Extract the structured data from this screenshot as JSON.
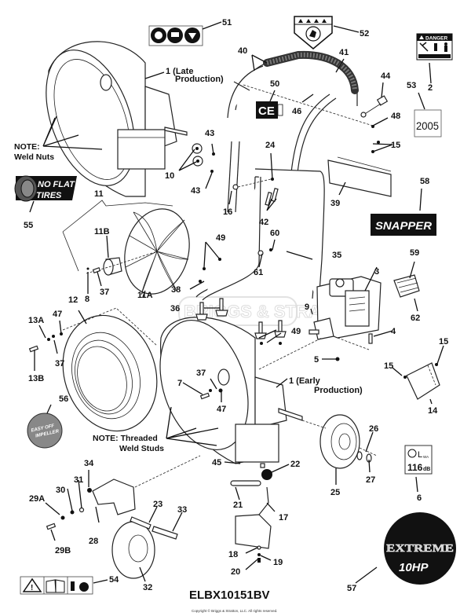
{
  "diagram": {
    "model_code": "ELBX10151BV",
    "copyright": "Copyright © Briggs & Stratton, LLC. All rights reserved.",
    "watermark": "BRIGGS & STRATTON",
    "notes": {
      "weld_nuts": [
        "NOTE:",
        "Weld Nuts"
      ],
      "threaded_weld_studs": [
        "NOTE: Threaded",
        "Weld Studs"
      ]
    },
    "decals": {
      "no_flat_tires": [
        "NO FLAT",
        "TIRES"
      ],
      "snapper": "SNAPPER",
      "year": "2005",
      "ce": "CE",
      "danger": "DANGER",
      "sound_level_symbol": "L",
      "sound_level_sub": "WA",
      "sound_level_value": "116",
      "sound_level_unit": "dB",
      "extreme": "EXTREME",
      "horsepower": "10HP",
      "easy_off_impeller": [
        "EASY OFF",
        "IMPELLER"
      ]
    },
    "callouts": [
      {
        "id": "51",
        "text": "51"
      },
      {
        "id": "52",
        "text": "52"
      },
      {
        "id": "1-late",
        "text": "1 (Late",
        "text2": "Production)"
      },
      {
        "id": "40",
        "text": "40"
      },
      {
        "id": "41",
        "text": "41"
      },
      {
        "id": "2",
        "text": "2"
      },
      {
        "id": "50",
        "text": "50"
      },
      {
        "id": "44",
        "text": "44"
      },
      {
        "id": "53",
        "text": "53"
      },
      {
        "id": "46",
        "text": "46"
      },
      {
        "id": "48",
        "text": "48"
      },
      {
        "id": "43a",
        "text": "43"
      },
      {
        "id": "10",
        "text": "10"
      },
      {
        "id": "43b",
        "text": "43"
      },
      {
        "id": "24",
        "text": "24"
      },
      {
        "id": "15a",
        "text": "15"
      },
      {
        "id": "55",
        "text": "55"
      },
      {
        "id": "11",
        "text": "11"
      },
      {
        "id": "16",
        "text": "16"
      },
      {
        "id": "42",
        "text": "42"
      },
      {
        "id": "39",
        "text": "39"
      },
      {
        "id": "58",
        "text": "58"
      },
      {
        "id": "11B",
        "text": "11B"
      },
      {
        "id": "49a",
        "text": "49"
      },
      {
        "id": "60",
        "text": "60"
      },
      {
        "id": "59",
        "text": "59"
      },
      {
        "id": "35",
        "text": "35"
      },
      {
        "id": "8",
        "text": "8"
      },
      {
        "id": "37a",
        "text": "37"
      },
      {
        "id": "11A",
        "text": "11A"
      },
      {
        "id": "38",
        "text": "38"
      },
      {
        "id": "61",
        "text": "61"
      },
      {
        "id": "3",
        "text": "3"
      },
      {
        "id": "12",
        "text": "12"
      },
      {
        "id": "36",
        "text": "36"
      },
      {
        "id": "9",
        "text": "9"
      },
      {
        "id": "62",
        "text": "62"
      },
      {
        "id": "13A",
        "text": "13A"
      },
      {
        "id": "47a",
        "text": "47"
      },
      {
        "id": "49b",
        "text": "49"
      },
      {
        "id": "4",
        "text": "4"
      },
      {
        "id": "37b",
        "text": "37"
      },
      {
        "id": "15b",
        "text": "15"
      },
      {
        "id": "13B",
        "text": "13B"
      },
      {
        "id": "5",
        "text": "5"
      },
      {
        "id": "15c",
        "text": "15"
      },
      {
        "id": "37c",
        "text": "37"
      },
      {
        "id": "7",
        "text": "7"
      },
      {
        "id": "1-early",
        "text": "1 (Early",
        "text2": "Production)"
      },
      {
        "id": "47b",
        "text": "47"
      },
      {
        "id": "14",
        "text": "14"
      },
      {
        "id": "56",
        "text": "56"
      },
      {
        "id": "26",
        "text": "26"
      },
      {
        "id": "45",
        "text": "45"
      },
      {
        "id": "22",
        "text": "22"
      },
      {
        "id": "34",
        "text": "34"
      },
      {
        "id": "27",
        "text": "27"
      },
      {
        "id": "25",
        "text": "25"
      },
      {
        "id": "6",
        "text": "6"
      },
      {
        "id": "31",
        "text": "31"
      },
      {
        "id": "30",
        "text": "30"
      },
      {
        "id": "21",
        "text": "21"
      },
      {
        "id": "29A",
        "text": "29A"
      },
      {
        "id": "23",
        "text": "23"
      },
      {
        "id": "33",
        "text": "33"
      },
      {
        "id": "17",
        "text": "17"
      },
      {
        "id": "28",
        "text": "28"
      },
      {
        "id": "29B",
        "text": "29B"
      },
      {
        "id": "18",
        "text": "18"
      },
      {
        "id": "19",
        "text": "19"
      },
      {
        "id": "20",
        "text": "20"
      },
      {
        "id": "54",
        "text": "54"
      },
      {
        "id": "32",
        "text": "32"
      },
      {
        "id": "57",
        "text": "57"
      }
    ]
  }
}
